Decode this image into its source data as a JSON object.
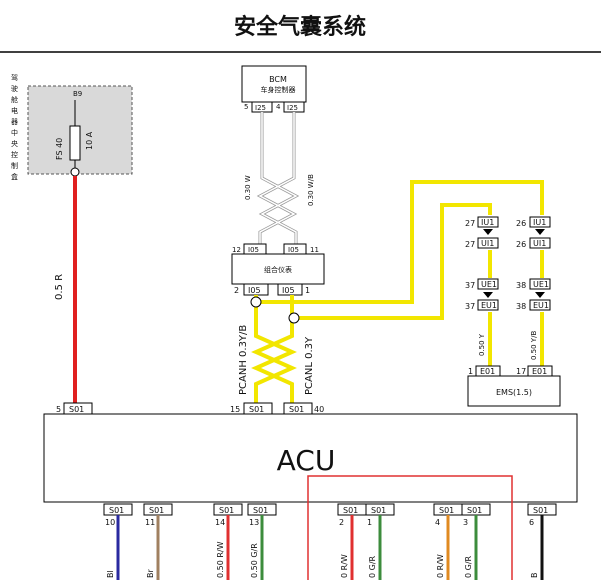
{
  "title": "安全气囊系统",
  "fuse_box": {
    "label": "驾驶舱电器中央控制盒",
    "fuse": "FS 40",
    "rating": "10 A",
    "pin": "B9"
  },
  "bcm": {
    "line1": "BCM",
    "line2": "车身控制器",
    "pins": [
      "5",
      "4"
    ],
    "connectors": [
      "I25",
      "I25"
    ]
  },
  "bcm_wires": [
    "0.30 W",
    "0.30 W/B"
  ],
  "cluster": {
    "label": "组合仪表",
    "top_pins": [
      "12",
      "11"
    ],
    "top_connectors": [
      "I05",
      "I05"
    ],
    "bottom_pins": [
      "2",
      "1"
    ],
    "bottom_connectors": [
      "I05",
      "I05"
    ]
  },
  "ems": {
    "label": "EMS(1.5)",
    "left": {
      "pins": [
        "27",
        "27",
        "37",
        "37",
        "1"
      ],
      "connectors": [
        "IU1",
        "UI1",
        "UE1",
        "EU1",
        "E01"
      ],
      "wire": "0.50 Y"
    },
    "right": {
      "pins": [
        "26",
        "26",
        "38",
        "38",
        "17"
      ],
      "connectors": [
        "IU1",
        "UI1",
        "UE1",
        "EU1",
        "E01"
      ],
      "wire": "0.50 Y/B"
    }
  },
  "can_wires": [
    "PCANH 0.3Y/B",
    "PCANL 0.3Y"
  ],
  "power_wire": "0.5 R",
  "acu": {
    "label": "ACU",
    "top_pins": [
      {
        "pin": "5",
        "conn": "S01"
      },
      {
        "pin": "15",
        "conn": "S01"
      },
      {
        "pin": "40",
        "conn": "S01"
      }
    ],
    "bottom_pins": [
      {
        "pin": "10",
        "conn": "S01",
        "wire": "Bl",
        "color": "#2a2aa0"
      },
      {
        "pin": "11",
        "conn": "S01",
        "wire": "Br",
        "color": "#a08060"
      },
      {
        "pin": "14",
        "conn": "S01",
        "wire": "0.50 R/W",
        "color": "#e03030"
      },
      {
        "pin": "13",
        "conn": "S01",
        "wire": "0.50 G/R",
        "color": "#3c8c3c"
      },
      {
        "pin": "2",
        "conn": "S01",
        "wire": "0 R/W",
        "color": "#e03030"
      },
      {
        "pin": "1",
        "conn": "S01",
        "wire": "0 G/R",
        "color": "#3c8c3c"
      },
      {
        "pin": "4",
        "conn": "S01",
        "wire": "0 R/W",
        "color": "#e08a20"
      },
      {
        "pin": "3",
        "conn": "S01",
        "wire": "0 G/R",
        "color": "#3c8c3c"
      },
      {
        "pin": "6",
        "conn": "S01",
        "wire": "B",
        "color": "#111111"
      }
    ]
  },
  "colors": {
    "power": "#e02020",
    "can": "#f2e600",
    "highlight_box": "#e03030",
    "fuse_box_bg": "#d9d9d9"
  }
}
